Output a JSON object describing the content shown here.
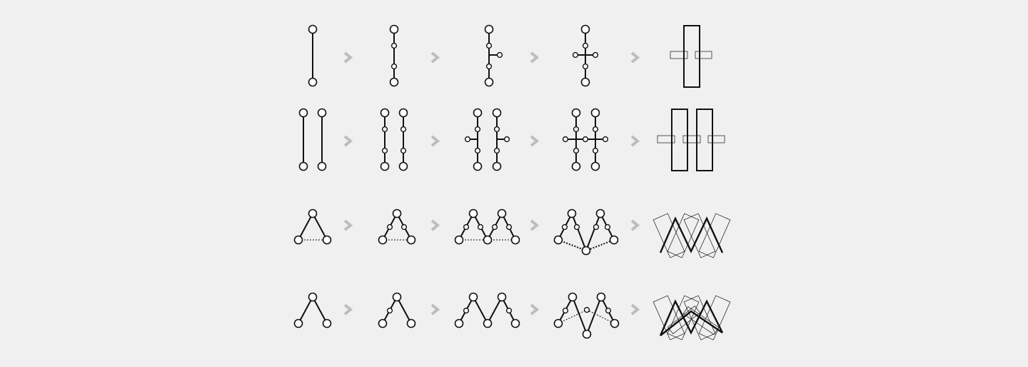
{
  "figure": {
    "rows": [
      {
        "topology": "single-chain",
        "stages": 5
      },
      {
        "topology": "double-chain",
        "stages": 5
      },
      {
        "topology": "triangle-closed",
        "stages": 5
      },
      {
        "topology": "inverted-v-open",
        "stages": 5
      }
    ],
    "colors": {
      "background": "#f0f0f0",
      "stroke": "#111111",
      "node_fill": "#ffffff",
      "arrow": "#bdbdbd"
    },
    "icons": {
      "transition": "chevron-right-icon"
    }
  }
}
